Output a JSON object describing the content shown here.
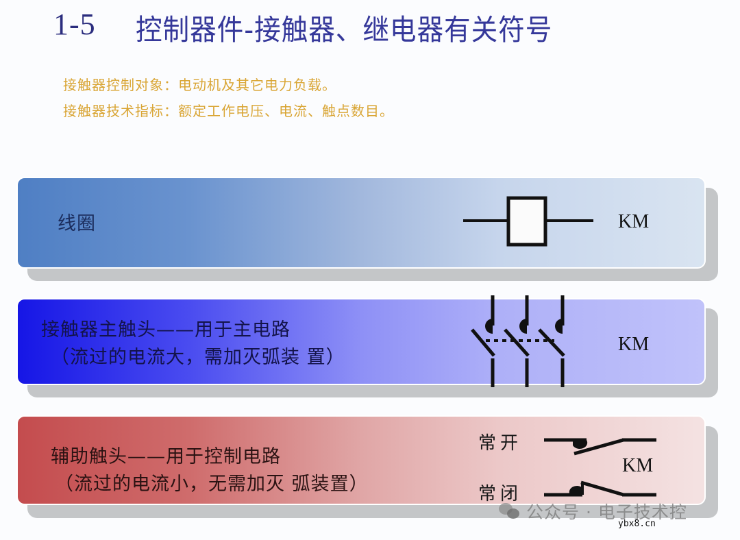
{
  "slide": {
    "number": "1-5",
    "title": "控制器件-接触器、继电器有关符号",
    "subtitle_lines": [
      "接触器控制对象：电动机及其它电力负载。",
      "接触器技术指标：额定工作电压、电流、触点数目。"
    ],
    "colors": {
      "title": "#35389a",
      "subtitle": "#d9a534",
      "panel_coil": "#4f7fc4",
      "panel_main_contact": "#1616e6",
      "panel_aux_contact": "#c44c4e",
      "shadow": "#c4c6c8"
    }
  },
  "panels": [
    {
      "id": "coil",
      "lines": [
        "线圈"
      ],
      "symbol": "coil-symbol",
      "designator": "KM"
    },
    {
      "id": "main-contact",
      "lines": [
        "接触器主触头——用于主电路",
        "（流过的电流大，需加灭弧装 置）"
      ],
      "symbol": "three-pole-main-contact-symbol",
      "designator": "KM"
    },
    {
      "id": "aux-contact",
      "lines": [
        "辅助触头——用于控制电路",
        "（流过的电流小，无需加灭 弧装置）"
      ],
      "symbol": "auxiliary-contact-symbols",
      "designator": "KM",
      "contact_labels": [
        "常开",
        "常闭"
      ]
    }
  ],
  "watermark": {
    "icon": "wechat-icon",
    "text": "公众号 · 电子技术控",
    "site": "ybx8.cn"
  }
}
